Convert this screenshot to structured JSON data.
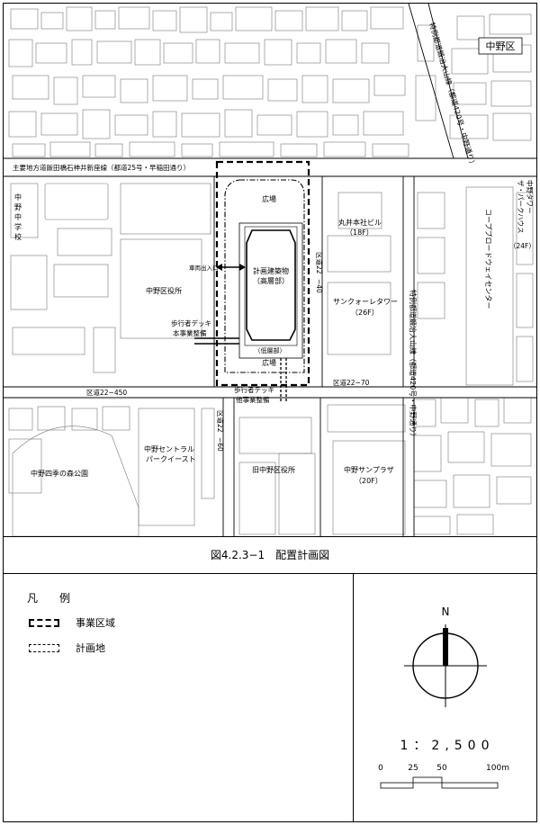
{
  "ward_label": "中野区",
  "map_labels": {
    "main_road": "主要地方道飯田橋石神井新座線（都道25号・早稲田通り）",
    "prefectural_road_top": "特例都道鍛冶大山線（都道420号・中野通り）",
    "prefectural_road_right": "特例都道鍛冶大山線（都道420号・中野通り）",
    "plaza_top": "広場",
    "plaza_bottom": "広場",
    "vehicle_entrance": "車両出入口",
    "planned_building_line1": "計画建築物",
    "planned_building_line2": "（高層部）",
    "low_rise": "（低層部）",
    "deck_main_line1": "歩行者デッキ",
    "deck_main_line2": "本事業整備",
    "deck_other_line1": "歩行者デッキ",
    "deck_other_line2": "他事業整備",
    "ward_office": "中野区役所",
    "junior_high": "中野中学校",
    "marui_line1": "丸井本社ビル",
    "marui_line2": "（18F）",
    "sun_tower_line1": "サンクォーレタワー",
    "sun_tower_line2": "（26F）",
    "broadway": "コープブロードウェイセンター",
    "park_house_line1": "ザ・パークハウス",
    "park_house_line2": "中野タワー",
    "park_house_floors": "（24F）",
    "ward_road_22_40_a": "区道22",
    "ward_road_22_40_b": "−40",
    "ward_road_22_450": "区道22−450",
    "ward_road_22_70": "区道22−70",
    "ward_road_22_60_a": "区道22",
    "ward_road_22_60_b": "−60",
    "central_park_east_line1": "中野セントラル",
    "central_park_east_line2": "パークイースト",
    "old_ward_office": "旧中野区役所",
    "sunplaza_line1": "中野サンプラザ",
    "sunplaza_line2": "（20F）",
    "park": "中野四季の森公園"
  },
  "caption": "図4.2.3−1　配置計画図",
  "legend": {
    "title": "凡例",
    "items": [
      {
        "style": "project-area",
        "label": "事業区域"
      },
      {
        "style": "planned-site",
        "label": "計画地"
      }
    ]
  },
  "compass": {
    "north_label": "N"
  },
  "scale": {
    "ratio": "1：2,500",
    "ticks": [
      "0",
      "25",
      "50",
      "100m"
    ]
  }
}
